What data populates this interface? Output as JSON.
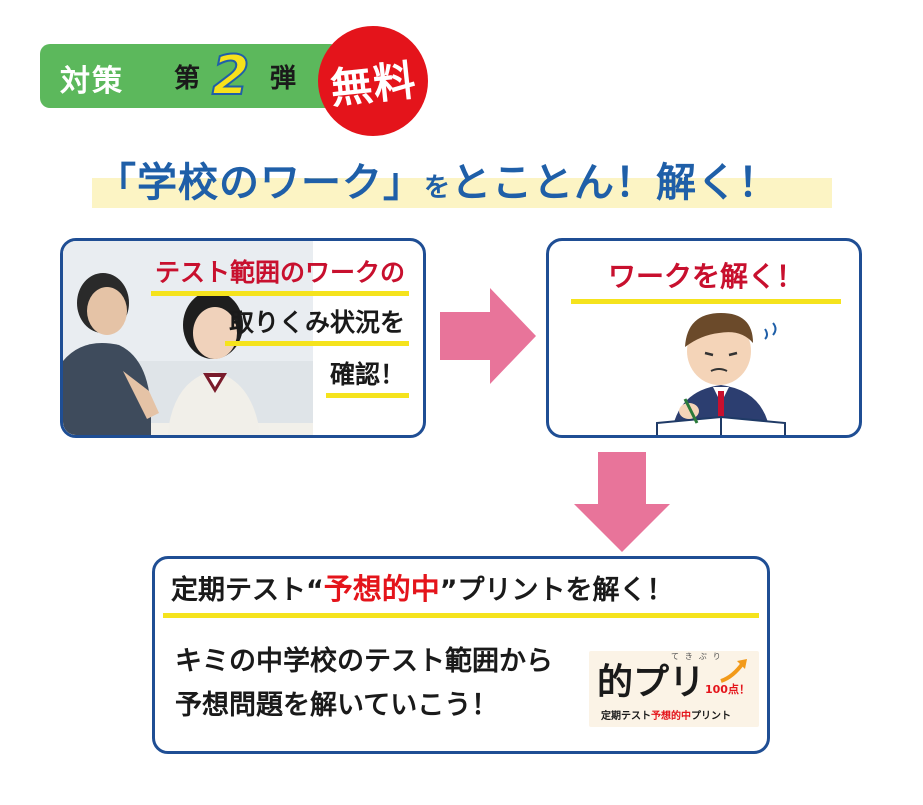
{
  "badge": {
    "prefix": "対策",
    "dan_pre": "第",
    "number": "2",
    "dan_post": "弾",
    "free": "無料"
  },
  "headline": {
    "part1": "「学校のワーク」",
    "part2": "を",
    "part3": "とことん！解く！"
  },
  "step1": {
    "line1": "テスト範囲のワークの",
    "line2": "取りくみ状況を",
    "line3": "確認！"
  },
  "step2": {
    "title": "ワークを解く！"
  },
  "step3": {
    "title_pre": "定期テスト“",
    "title_red": "予想的中",
    "title_post": "”プリントを解く！",
    "line1": "キミの中学校のテスト範囲から",
    "line2": "予想問題を解いていこう！"
  },
  "logo": {
    "main": "的プリ",
    "ruby": "てきぷり",
    "points": "100点！",
    "sub_pre": "定期テスト",
    "sub_red": "予想的中",
    "sub_post": "プリント"
  },
  "colors": {
    "blue": "#1f5fa8",
    "red": "#e4141b",
    "green": "#5cb85c",
    "yellow": "#f5e31d",
    "pink_arrow": "#e8749a"
  }
}
